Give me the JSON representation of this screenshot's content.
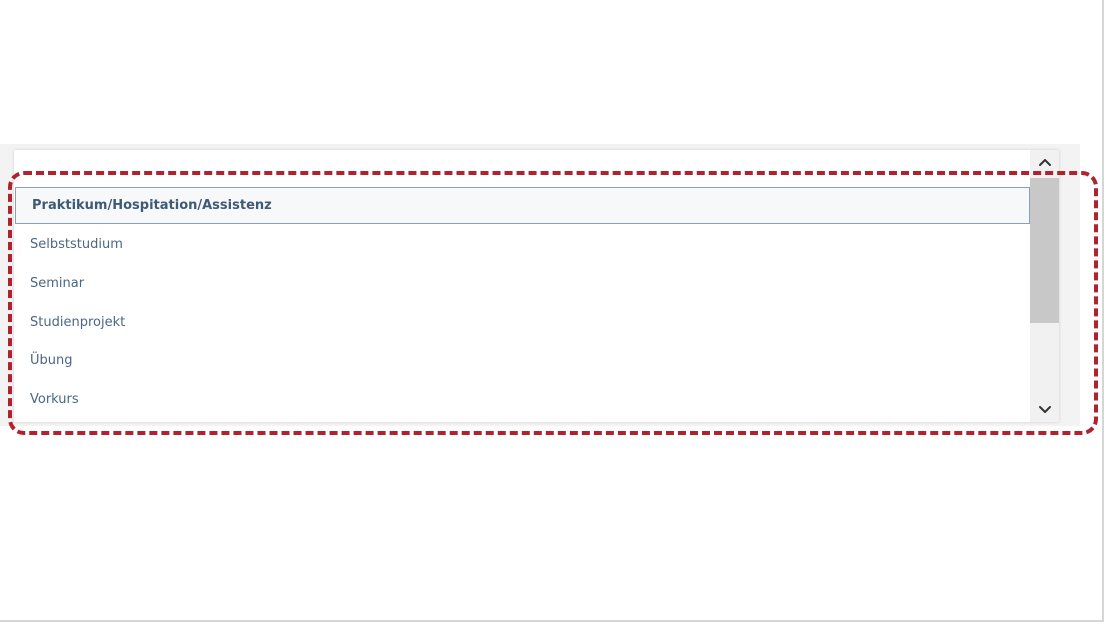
{
  "dropdown": {
    "options": [
      {
        "label": "Praktikum/Hospitation/Assistenz",
        "selected": true
      },
      {
        "label": "Selbststudium",
        "selected": false
      },
      {
        "label": "Seminar",
        "selected": false
      },
      {
        "label": "Studienprojekt",
        "selected": false
      },
      {
        "label": "Übung",
        "selected": false
      },
      {
        "label": "Vorkurs",
        "selected": false
      }
    ]
  },
  "colors": {
    "option_text": "#4a6785",
    "highlight_outline": "#b0232e",
    "scrollbar_thumb": "#c8c8c8"
  },
  "icons": {
    "scroll_up": "chevron-up-icon",
    "scroll_down": "chevron-down-icon"
  }
}
